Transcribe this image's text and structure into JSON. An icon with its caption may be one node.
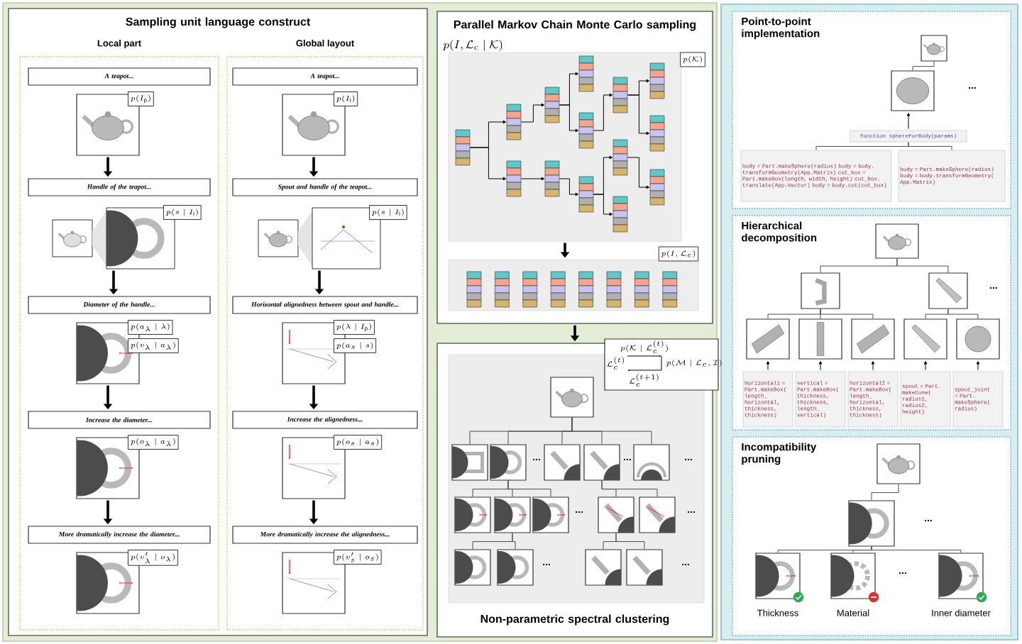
{
  "diagram": {
    "nodes": [
      {
        "text": [
          "Sampling unit language construct"
        ]
      },
      {
        "text": [
          "Local part"
        ],
        "in": 0
      },
      {
        "text": [
          "Global layout"
        ],
        "in": 0
      },
      {
        "text": [
          "A teapot..."
        ],
        "in": 1
      },
      {
        "text": [],
        "shape": "picture",
        "beside": [
          "p(I_\\mathrm{p})"
        ],
        "in": 1
      },
      {
        "text": [
          "Handle of the teapot..."
        ],
        "in": 1
      },
      {
        "text": [
          "p(s \\mid I_\\mathrm{l})"
        ],
        "in": 1
      },
      {
        "text": [
          "Diameter of the handle..."
        ],
        "in": 1
      },
      {
        "text": [],
        "shape": "picture",
        "beside": [
          "p(a_\\lambda \\mid \\lambda)",
          "p(v_\\lambda \\mid a_\\lambda)"
        ],
        "in": 1
      },
      {
        "text": [
          "Increase the diameter..."
        ],
        "in": 1
      },
      {
        "text": [],
        "shape": "picture",
        "beside": [
          "p(o_\\lambda \\mid a_\\lambda)"
        ],
        "in": 1
      },
      {
        "text": [
          "More dramatically increase the diameter..."
        ],
        "in": 1
      },
      {
        "text": [],
        "shape": "picture",
        "beside": [
          "p(v'_\\lambda \\mid o_\\lambda)"
        ],
        "in": 1
      },
      {
        "text": [
          "A teapot..."
        ],
        "in": 2
      },
      {
        "text": [],
        "shape": "picture",
        "beside": [
          "p(I_\\mathrm{l})"
        ],
        "in": 2
      },
      {
        "text": [
          "Spout and handle of the teapot..."
        ],
        "in": 2
      },
      {
        "text": [
          "p(s \\mid I_\\mathrm{l})"
        ],
        "in": 2
      },
      {
        "text": [
          "Horizontal alignedness between spout and handle..."
        ],
        "in": 2
      },
      {
        "text": [],
        "shape": "picture",
        "beside": [
          "p(\\lambda \\mid I_\\mathrm{p})",
          "p(a_s \\mid s)"
        ],
        "in": 2
      },
      {
        "text": [
          "Increase the alignedness..."
        ],
        "in": 2
      },
      {
        "text": [],
        "shape": "picture",
        "beside": [
          "p(o_s \\mid a_s)"
        ],
        "in": 2
      },
      {
        "text": [
          "More dramatically increase the alignedness..."
        ],
        "in": 2
      },
      {
        "text": [],
        "shape": "picture",
        "beside": [
          "p(v'_s \\mid o_s)"
        ],
        "in": 2
      },
      {
        "text": [
          "Parallel Markov Chain Monte Carlo sampling"
        ],
        "beside": [
          "p(I, \\mathcal{L}_c \\mid \\mathcal{K})"
        ]
      },
      {
        "text": [],
        "shape": "box",
        "beside": [
          "p(\\mathcal{K})"
        ],
        "in": 23
      },
      {
        "text": [],
        "shape": "box",
        "in": 24
      },
      {
        "text": [],
        "shape": "box",
        "in": 24
      },
      {
        "text": [],
        "shape": "box",
        "in": 24
      },
      {
        "text": [],
        "shape": "box",
        "in": 24
      },
      {
        "text": [],
        "shape": "box",
        "in": 24
      },
      {
        "text": [],
        "shape": "box",
        "in": 24
      },
      {
        "text": [],
        "shape": "box",
        "in": 24
      },
      {
        "text": [],
        "shape": "box",
        "in": 24
      },
      {
        "text": [],
        "shape": "box",
        "in": 24
      },
      {
        "text": [],
        "shape": "box",
        "in": 24
      },
      {
        "text": [],
        "shape": "box",
        "in": 24
      },
      {
        "text": [],
        "shape": "box",
        "in": 24
      },
      {
        "text": [],
        "shape": "box",
        "in": 24
      },
      {
        "text": [],
        "shape": "box",
        "in": 24
      },
      {
        "text": [],
        "shape": "box",
        "beside": [
          "p(I, \\mathcal{L}_c)"
        ],
        "in": 23
      },
      {
        "text": [],
        "shape": "box",
        "in": 39
      },
      {
        "text": [],
        "shape": "box",
        "in": 39
      },
      {
        "text": [],
        "shape": "box",
        "in": 39
      },
      {
        "text": [],
        "shape": "box",
        "in": 39
      },
      {
        "text": [],
        "shape": "box",
        "in": 39
      },
      {
        "text": [],
        "shape": "box",
        "in": 39
      },
      {
        "text": [],
        "shape": "box",
        "in": 39
      },
      {
        "text": [],
        "shape": "box",
        "in": 39
      },
      {
        "text": [
          "Non-parametric spectral clustering"
        ]
      },
      {
        "text": [
          "p(\\mathcal{K} \\mid \\mathcal{L}_c^{(t)})",
          "\\mathcal{L}_c^{(t)}",
          "p(\\mathcal{M} \\mid \\mathcal{L}_c, \\mathcal{I})",
          "\\mathcal{L}_c^{(t+1)}"
        ]
      },
      {
        "text": [],
        "shape": "box",
        "in": 48
      },
      {
        "text": [],
        "shape": "picture",
        "in": 50
      },
      {
        "text": [],
        "shape": "picture",
        "in": 50
      },
      {
        "text": [],
        "shape": "picture",
        "in": 50
      },
      {
        "text": [],
        "shape": "picture",
        "in": 50
      },
      {
        "text": [],
        "shape": "picture",
        "in": 50
      },
      {
        "text": [],
        "shape": "picture",
        "in": 50
      },
      {
        "text": [],
        "shape": "picture",
        "in": 50
      },
      {
        "text": [],
        "shape": "picture",
        "in": 50
      },
      {
        "text": [],
        "shape": "picture",
        "in": 50
      },
      {
        "text": [],
        "shape": "picture",
        "in": 50
      },
      {
        "text": [],
        "shape": "picture",
        "in": 50
      },
      {
        "text": [],
        "shape": "picture",
        "in": 50
      },
      {
        "text": [],
        "shape": "picture",
        "in": 50
      },
      {
        "text": [],
        "shape": "picture",
        "in": 50
      },
      {
        "text": [],
        "shape": "picture",
        "in": 50
      },
      {
        "text": [
          "Point-to-point implementation"
        ]
      },
      {
        "text": [],
        "shape": "picture",
        "in": 66
      },
      {
        "text": [],
        "shape": "picture",
        "in": 66
      },
      {
        "text": [
          "function sphereForBody(params)"
        ],
        "in": 66
      },
      {
        "text": [
          "body = Part.makeSphere(radius) body = body.transformGeometry(App.Matrix) cut_box = Part.makeBox(length, width, height) cut_box.translate(App.Vector) body = body.cut(cut_box)"
        ],
        "in": 66
      },
      {
        "text": [
          "body = Part.makeSphere(radius) body = body.transformGeometry(App.Matrix)"
        ],
        "in": 66
      },
      {
        "text": [
          "Hierarchical decomposition"
        ]
      },
      {
        "text": [],
        "shape": "picture",
        "in": 72
      },
      {
        "text": [],
        "shape": "picture",
        "in": 72
      },
      {
        "text": [],
        "shape": "picture",
        "in": 72
      },
      {
        "text": [],
        "shape": "picture",
        "in": 72
      },
      {
        "text": [],
        "shape": "picture",
        "in": 72
      },
      {
        "text": [],
        "shape": "picture",
        "in": 72
      },
      {
        "text": [],
        "shape": "picture",
        "in": 72
      },
      {
        "text": [],
        "shape": "picture",
        "in": 72
      },
      {
        "text": [
          "horizontal1 = Part.makeBox(length_horizontal, thickness, thickness)"
        ],
        "in": 72
      },
      {
        "text": [
          "vertical = Part.makeBox(thickness, thickness, length_vertical)"
        ],
        "in": 72
      },
      {
        "text": [
          "horizontal2 = Part.makeBox(length_horizontal, thickness, thickness)"
        ],
        "in": 72
      },
      {
        "text": [
          "spout = Part.makeCone(radius1, radius2, height)"
        ],
        "in": 72
      },
      {
        "text": [
          "spout_joint = Part.makeSphere(radius)"
        ],
        "in": 72
      },
      {
        "text": [
          "Incompatibility pruning"
        ]
      },
      {
        "text": [],
        "shape": "picture",
        "in": 86
      },
      {
        "text": [],
        "shape": "picture",
        "in": 86
      },
      {
        "text": [],
        "shape": "picture",
        "beside": [
          "Thickness"
        ],
        "in": 86
      },
      {
        "text": [],
        "shape": "picture",
        "beside": [
          "Material"
        ],
        "in": 86
      },
      {
        "text": [],
        "shape": "picture",
        "beside": [
          "Inner diameter"
        ],
        "in": 86
      }
    ],
    "edges": [
      {
        "from": 4,
        "to": 5,
        "arrow": "to"
      },
      {
        "from": 6,
        "to": 7,
        "arrow": "to"
      },
      {
        "from": 8,
        "to": 9,
        "arrow": "to"
      },
      {
        "from": 10,
        "to": 11,
        "arrow": "to"
      },
      {
        "from": 14,
        "to": 15,
        "arrow": "to"
      },
      {
        "from": 16,
        "to": 17,
        "arrow": "to"
      },
      {
        "from": 18,
        "to": 19,
        "arrow": "to"
      },
      {
        "from": 20,
        "to": 21,
        "arrow": "to"
      },
      {
        "from": 25,
        "to": 26,
        "arrow": "to"
      },
      {
        "from": 25,
        "to": 27,
        "arrow": "to"
      },
      {
        "from": 26,
        "to": 28,
        "arrow": "to"
      },
      {
        "from": 28,
        "to": 29,
        "arrow": "to"
      },
      {
        "from": 28,
        "to": 30,
        "arrow": "to"
      },
      {
        "from": 30,
        "to": 33,
        "arrow": "to"
      },
      {
        "from": 33,
        "to": 34,
        "arrow": "to"
      },
      {
        "from": 33,
        "to": 35,
        "arrow": "to"
      },
      {
        "from": 27,
        "to": 31,
        "arrow": "to"
      },
      {
        "from": 31,
        "to": 32,
        "arrow": "to"
      },
      {
        "from": 32,
        "to": 36,
        "arrow": "to"
      },
      {
        "from": 32,
        "to": 37,
        "arrow": "to"
      },
      {
        "from": 36,
        "to": 38,
        "arrow": "to"
      },
      {
        "from": 24,
        "to": 39,
        "arrow": "to"
      },
      {
        "from": 23,
        "to": 48,
        "arrow": "to"
      },
      {
        "from": 51,
        "to": 52,
        "arrow": "none"
      },
      {
        "from": 51,
        "to": 53,
        "arrow": "none"
      },
      {
        "from": 51,
        "to": 54,
        "arrow": "none"
      },
      {
        "from": 51,
        "to": 55,
        "arrow": "none"
      },
      {
        "from": 51,
        "to": 56,
        "arrow": "none"
      },
      {
        "from": 53,
        "to": 57,
        "arrow": "none"
      },
      {
        "from": 53,
        "to": 58,
        "arrow": "none"
      },
      {
        "from": 53,
        "to": 59,
        "arrow": "none"
      },
      {
        "from": 55,
        "to": 60,
        "arrow": "none"
      },
      {
        "from": 55,
        "to": 61,
        "arrow": "none"
      },
      {
        "from": 58,
        "to": 62,
        "arrow": "none"
      },
      {
        "from": 58,
        "to": 63,
        "arrow": "none"
      },
      {
        "from": 60,
        "to": 64,
        "arrow": "none"
      },
      {
        "from": 60,
        "to": 65,
        "arrow": "none"
      },
      {
        "from": 67,
        "to": 68,
        "arrow": "none"
      },
      {
        "from": 69,
        "to": 68,
        "arrow": "to"
      },
      {
        "from": 69,
        "to": 70,
        "arrow": "none"
      },
      {
        "from": 69,
        "to": 71,
        "arrow": "none"
      },
      {
        "from": 73,
        "to": 74,
        "arrow": "none"
      },
      {
        "from": 73,
        "to": 75,
        "arrow": "none"
      },
      {
        "from": 74,
        "to": 76,
        "arrow": "none"
      },
      {
        "from": 74,
        "to": 77,
        "arrow": "none"
      },
      {
        "from": 74,
        "to": 78,
        "arrow": "none"
      },
      {
        "from": 75,
        "to": 79,
        "arrow": "none"
      },
      {
        "from": 75,
        "to": 80,
        "arrow": "none"
      },
      {
        "from": 81,
        "to": 76,
        "arrow": "to"
      },
      {
        "from": 82,
        "to": 77,
        "arrow": "to"
      },
      {
        "from": 83,
        "to": 78,
        "arrow": "to"
      },
      {
        "from": 84,
        "to": 79,
        "arrow": "to"
      },
      {
        "from": 85,
        "to": 80,
        "arrow": "to"
      },
      {
        "from": 87,
        "to": 88,
        "arrow": "none"
      },
      {
        "from": 88,
        "to": 89,
        "arrow": "none"
      },
      {
        "from": 88,
        "to": 90,
        "arrow": "none"
      },
      {
        "from": 88,
        "to": 91,
        "arrow": "none"
      }
    ],
    "labels": [
      "...",
      "...",
      "...",
      "...",
      "...",
      "...",
      "...",
      "...",
      "...",
      "...",
      "..."
    ]
  }
}
